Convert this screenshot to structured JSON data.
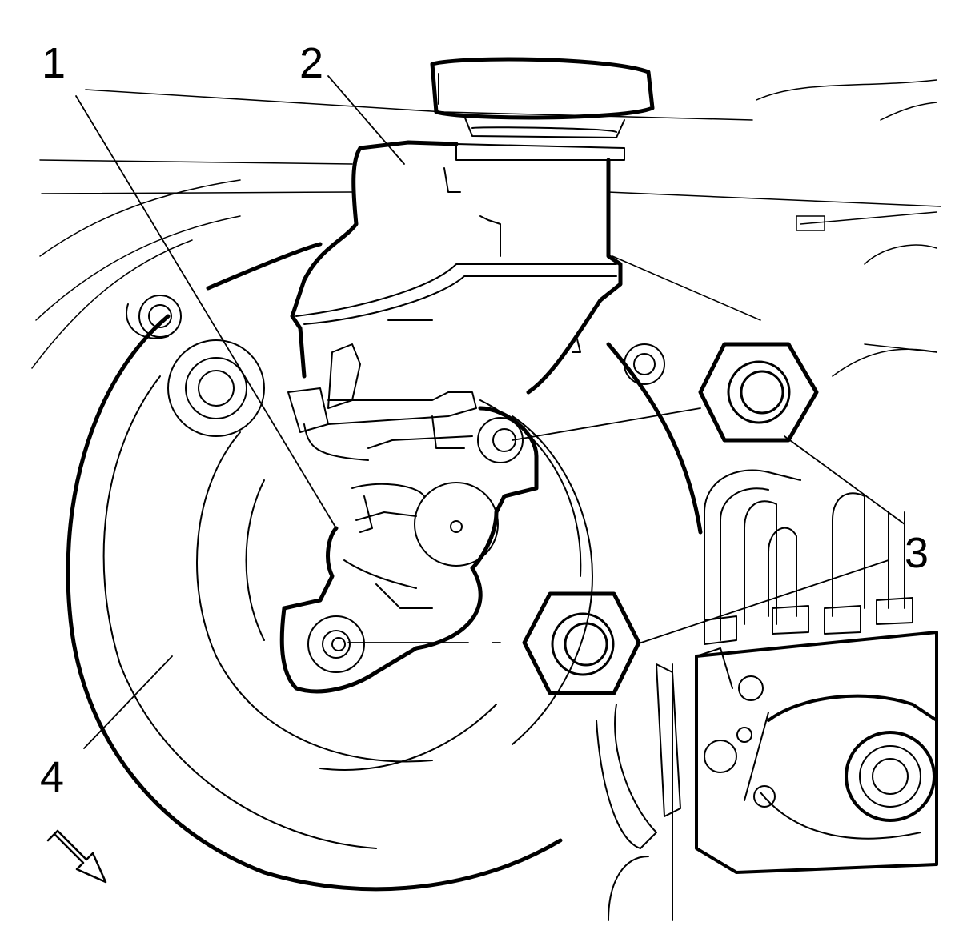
{
  "figure": {
    "callouts": [
      {
        "id": "1",
        "label": "1"
      },
      {
        "id": "2",
        "label": "2"
      },
      {
        "id": "3",
        "label": "3"
      },
      {
        "id": "4",
        "label": "4"
      }
    ],
    "direction_arrow_icon": "arrow-down-right-icon",
    "colors": {
      "line": "#000000",
      "background": "#ffffff"
    }
  }
}
